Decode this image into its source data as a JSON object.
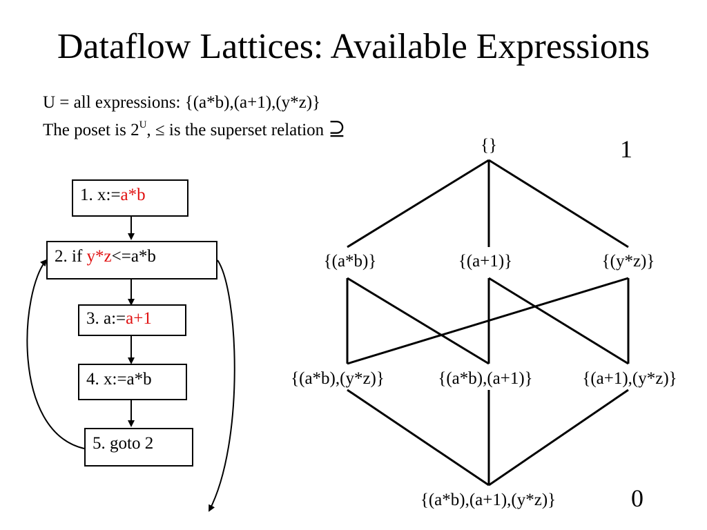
{
  "title": "Dataflow Lattices: Available Expressions",
  "lines": {
    "universe": "U = all expressions: {(a*b),(a+1),(y*z)}",
    "poset_prefix": "The poset is 2",
    "poset_sup": "U",
    "poset_suffix": ", ≤ is the superset relation ",
    "superset_symbol": "⊇"
  },
  "lattice": {
    "top_label": "1",
    "bottom_label": "0",
    "nodes": {
      "top": "{}",
      "ab": "{(a*b)}",
      "a1": "{(a+1)}",
      "yz": "{(y*z)}",
      "ab_yz": "{(a*b),(y*z)}",
      "ab_a1": "{(a*b),(a+1)}",
      "a1_yz": "{(a+1),(y*z)}",
      "bottom": "{(a*b),(a+1),(y*z)}"
    }
  },
  "cfg": {
    "s1": {
      "prefix": "1. x:=",
      "red": "a*b",
      "suffix": ""
    },
    "s2": {
      "prefix": "2. if ",
      "red": "y*z",
      "suffix": "<=a*b"
    },
    "s3": {
      "prefix": "3. a:=",
      "red": "a+1",
      "suffix": ""
    },
    "s4": {
      "prefix": "4. x:=a*b",
      "red": "",
      "suffix": ""
    },
    "s5": {
      "prefix": "5. goto 2",
      "red": "",
      "suffix": ""
    }
  },
  "colors": {
    "highlight": "#e01010",
    "line": "#000000"
  }
}
